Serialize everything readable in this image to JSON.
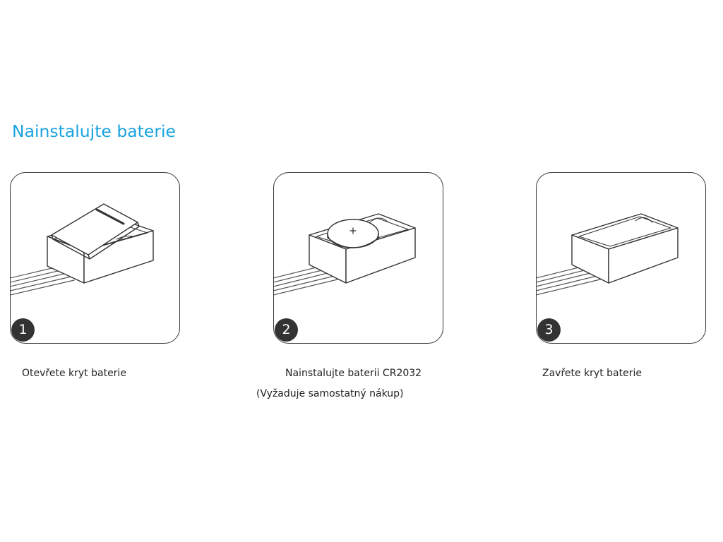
{
  "title": "Nainstalujte baterie",
  "steps": [
    {
      "number": "1",
      "caption": "Otevřete kryt baterie"
    },
    {
      "number": "2",
      "caption": "Nainstalujte baterii CR2032",
      "note": "(Vyžaduje samostatný nákup)"
    },
    {
      "number": "3",
      "caption": "Zavřete kryt baterie"
    }
  ],
  "colors": {
    "title": "#1aa3e0",
    "badge": "#333333",
    "outline": "#3a3a3a"
  },
  "icons": [
    "device-open-cover-icon",
    "coin-battery-icon",
    "device-closed-cover-icon"
  ]
}
